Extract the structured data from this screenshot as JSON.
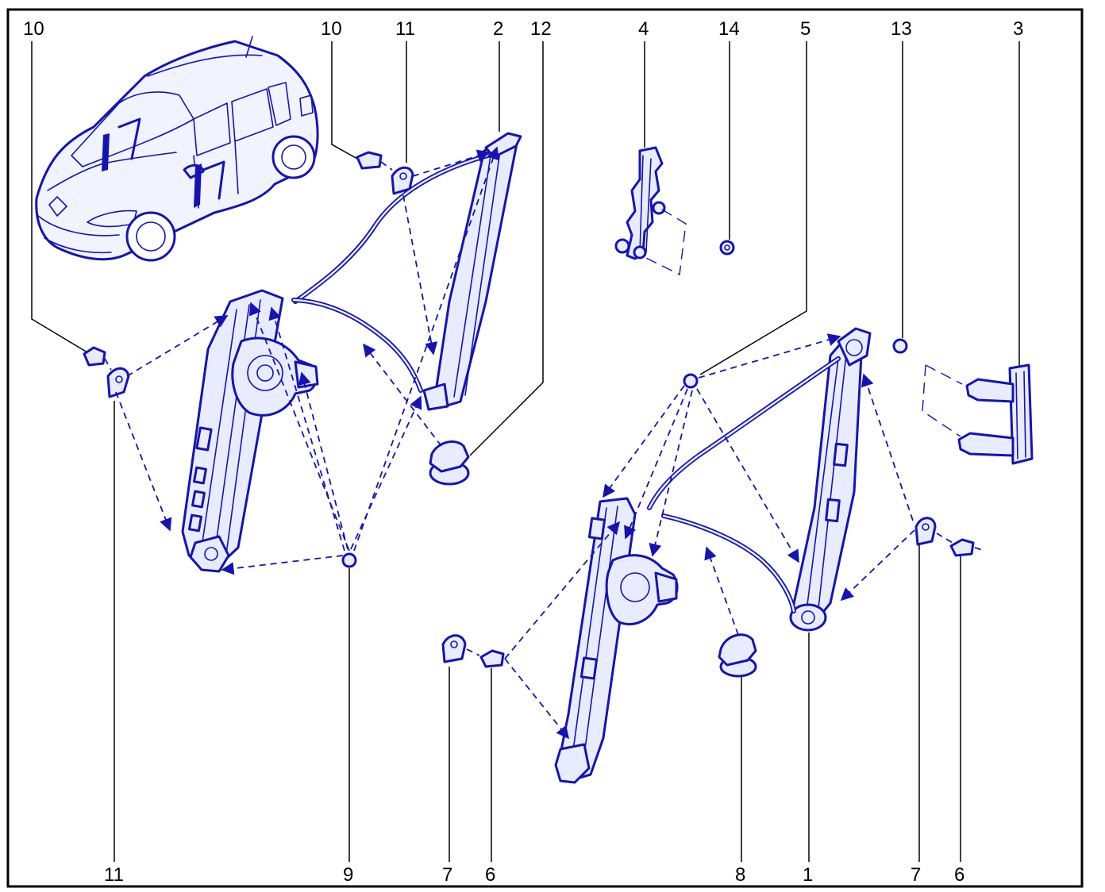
{
  "frame": {
    "stroke": "#000000",
    "part_color": "#1414b4"
  },
  "callouts": {
    "top_10a": "10",
    "top_10b": "10",
    "top_11": "11",
    "top_2": "2",
    "top_12": "12",
    "top_4": "4",
    "top_14": "14",
    "top_5": "5",
    "top_13": "13",
    "top_3": "3",
    "bot_11": "11",
    "bot_9": "9",
    "bot_7a": "7",
    "bot_6a": "6",
    "bot_8": "8",
    "bot_1": "1",
    "bot_7b": "7",
    "bot_6b": "6"
  }
}
